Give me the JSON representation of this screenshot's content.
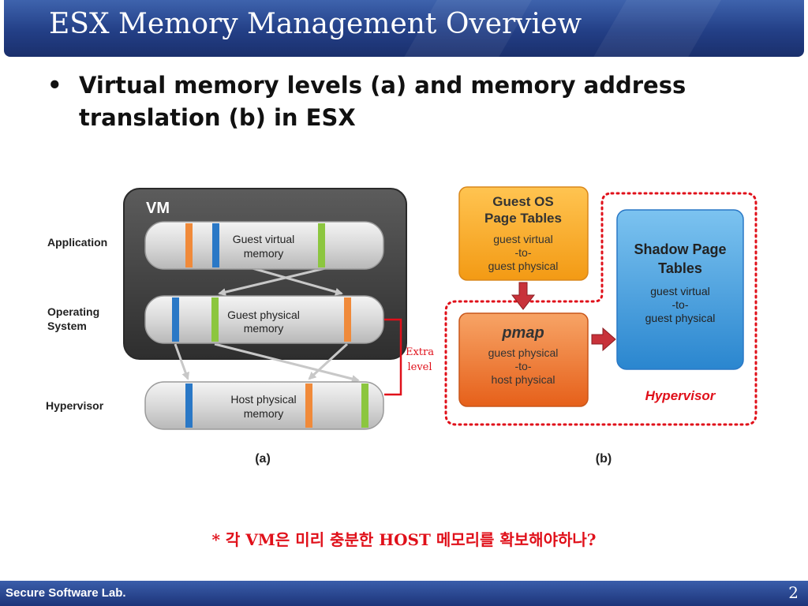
{
  "slide": {
    "title": "ESX Memory Management Overview",
    "bullet_text": "Virtual memory levels (a) and memory address translation (b) in ESX",
    "bullet_symbol": "•",
    "note": "* 각 VM은 미리 충분한 HOST 메모리를 확보해야하나?",
    "footer_left": "Secure Software Lab.",
    "slide_number": "2"
  },
  "figure_a": {
    "vm_label": "VM",
    "row_labels": {
      "application": "Application",
      "os_line1": "Operating",
      "os_line2": "System",
      "hypervisor": "Hypervisor"
    },
    "guest_virtual": {
      "line1": "Guest virtual",
      "line2": "memory"
    },
    "guest_physical": {
      "line1": "Guest physical",
      "line2": "memory"
    },
    "host_physical": {
      "line1": "Host physical",
      "line2": "memory"
    },
    "extra": {
      "line1": "Extra",
      "line2": "level"
    },
    "caption": "(a)"
  },
  "figure_b": {
    "guest_os": {
      "title1": "Guest OS",
      "title2": "Page Tables",
      "line1": "guest virtual",
      "line2": "-to-",
      "line3": "guest physical"
    },
    "pmap": {
      "title": "pmap",
      "line1": "guest physical",
      "line2": "-to-",
      "line3": "host physical"
    },
    "shadow": {
      "title1": "Shadow Page",
      "title2": "Tables",
      "line1": "guest virtual",
      "line2": "-to-",
      "line3": "guest physical"
    },
    "hypervisor_label": "Hypervisor",
    "caption": "(b)"
  },
  "colors": {
    "title_bar": "#233f86",
    "vm_box": "#3b3b3b",
    "orange_box": "#f6a21e",
    "pmap_box": "#ea6d22",
    "blue_box": "#3d97d9",
    "red_accent": "#e0101a",
    "marker_orange": "#f08a3a",
    "marker_blue": "#2a78c6",
    "marker_green": "#8cc63f"
  }
}
